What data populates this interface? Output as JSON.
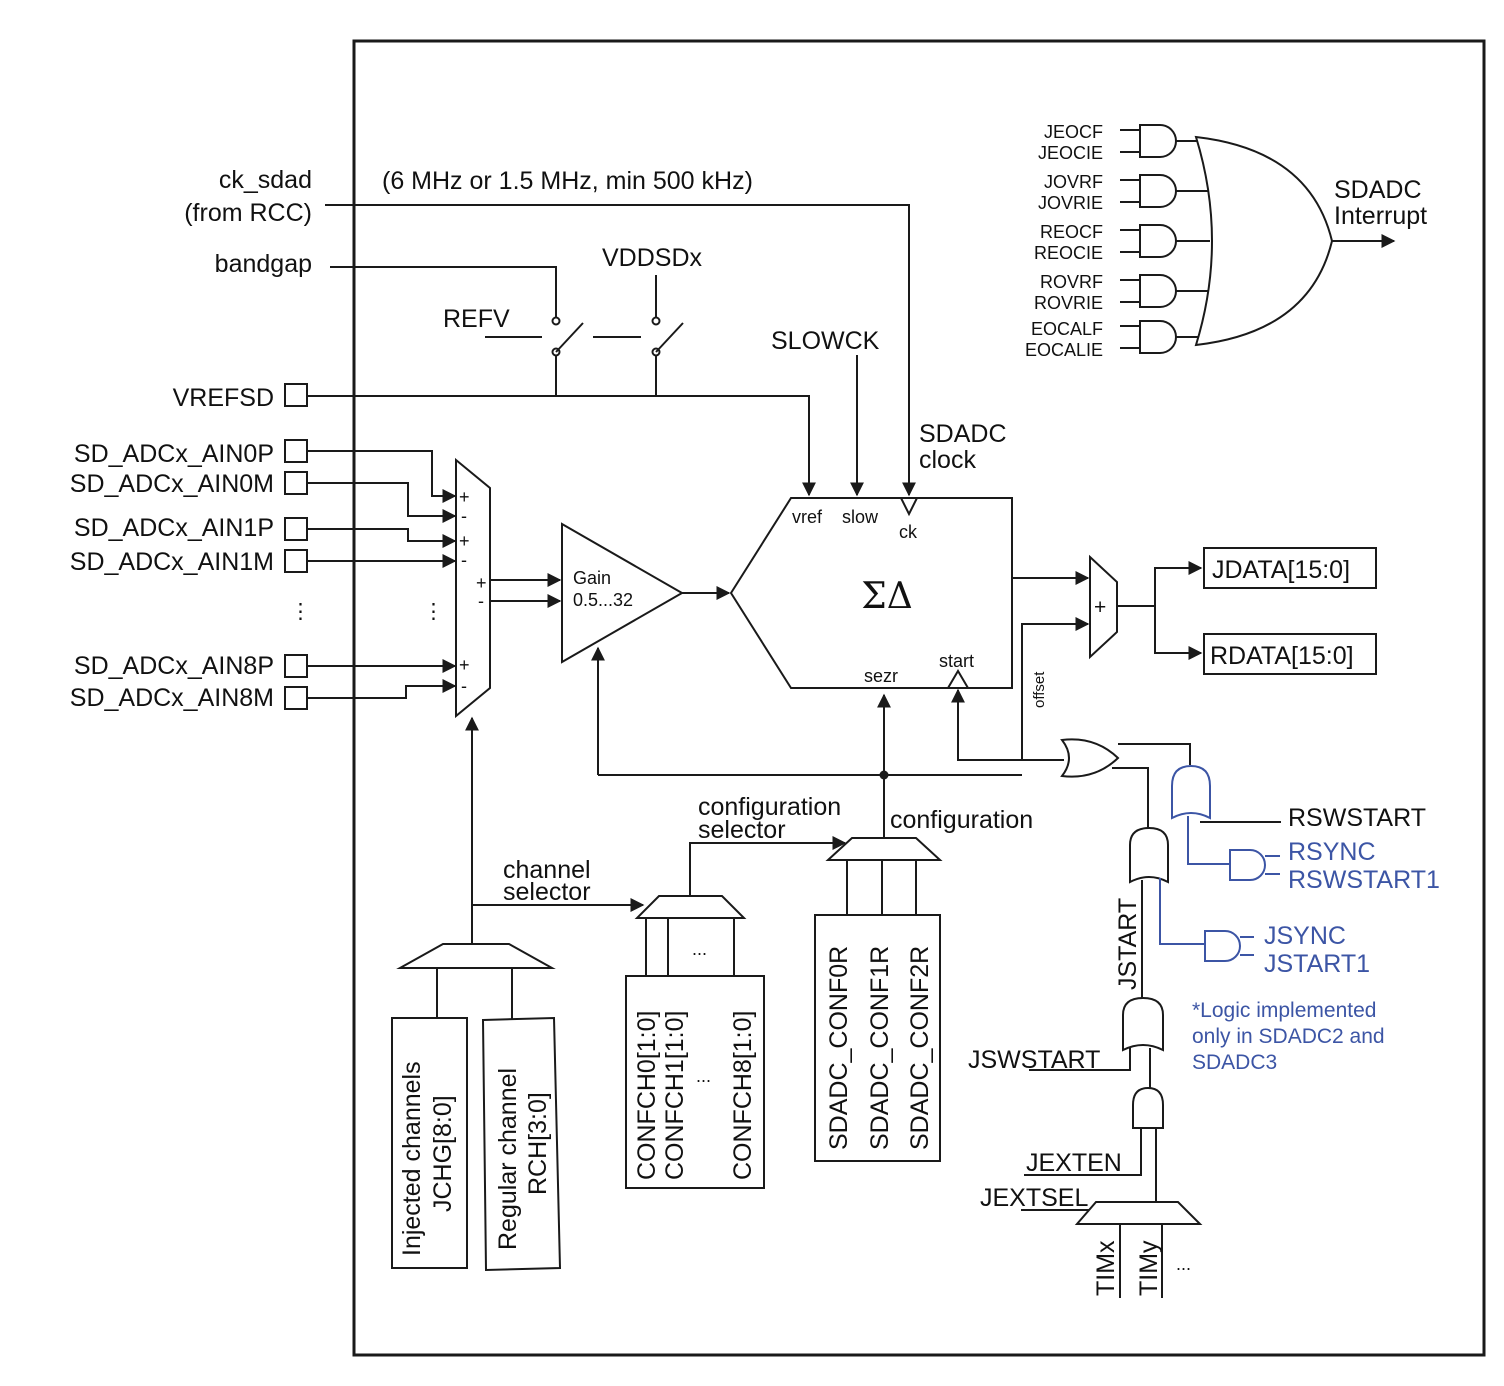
{
  "clock_inputs": {
    "ck_sdad_line1": "ck_sdad",
    "ck_sdad_line2": "(from RCC)",
    "freq_note": "(6 MHz or 1.5 MHz, min 500 kHz)",
    "bandgap": "bandgap",
    "vddsd": "VDDSDx",
    "refv": "REFV",
    "slowck": "SLOWCK",
    "sdadc_clock_line1": "SDADC",
    "sdadc_clock_line2": "clock"
  },
  "pins": {
    "vrefsd": "VREFSD",
    "ain0p": "SD_ADCx_AIN0P",
    "ain0m": "SD_ADCx_AIN0M",
    "ain1p": "SD_ADCx_AIN1P",
    "ain1m": "SD_ADCx_AIN1M",
    "ain8p": "SD_ADCx_AIN8P",
    "ain8m": "SD_ADCx_AIN8M",
    "ellipsis": "⋮"
  },
  "mux_signs": {
    "plus": "+",
    "minus": "-"
  },
  "gain": {
    "line1": "Gain",
    "line2": "0.5...32"
  },
  "modulator": {
    "symbol": "ΣΔ",
    "vref": "vref",
    "slow": "slow",
    "ck": "ck",
    "sezr": "sezr",
    "start": "start",
    "offset": "offset"
  },
  "outputs": {
    "adder": "+",
    "jdata": "JDATA[15:0]",
    "rdata": "RDATA[15:0]"
  },
  "interrupt": {
    "inputs": [
      "JEOCF",
      "JEOCIE",
      "JOVRF",
      "JOVRIE",
      "REOCF",
      "REOCIE",
      "ROVRF",
      "ROVRIE",
      "EOCALF",
      "EOCALIE"
    ],
    "line1": "SDADC",
    "line2": "Interrupt"
  },
  "config": {
    "configuration": "configuration",
    "config_selector_line1": "configuration",
    "config_selector_line2": "selector",
    "channel_selector_line1": "channel",
    "channel_selector_line2": "selector",
    "ellipsis": "...",
    "confch0": "CONFCH0[1:0]",
    "confch1": "CONFCH1[1:0]",
    "confch8": "CONFCH8[1:0]",
    "conf0r": "SDADC_CONF0R",
    "conf1r": "SDADC_CONF1R",
    "conf2r": "SDADC_CONF2R",
    "injected_line1": "Injected channels",
    "injected_line2": "JCHG[8:0]",
    "regular_line1": "Regular channel",
    "regular_line2": "RCH[3:0]"
  },
  "triggers": {
    "rswstart": "RSWSTART",
    "rsync": "RSYNC",
    "rswstart1": "RSWSTART1",
    "jsync": "JSYNC",
    "jstart1": "JSTART1",
    "jstart": "JSTART",
    "jswstart": "JSWSTART",
    "jexten": "JEXTEN",
    "jextsel": "JEXTSEL",
    "timx": "TIMx",
    "timy": "TIMy",
    "ellipsis": "...",
    "note_line1": "*Logic implemented",
    "note_line2": "only in SDADC2 and",
    "note_line3": "SDADC3"
  },
  "colors": {
    "line": "#1a1a1a",
    "note_blue": "#3c55a5"
  }
}
